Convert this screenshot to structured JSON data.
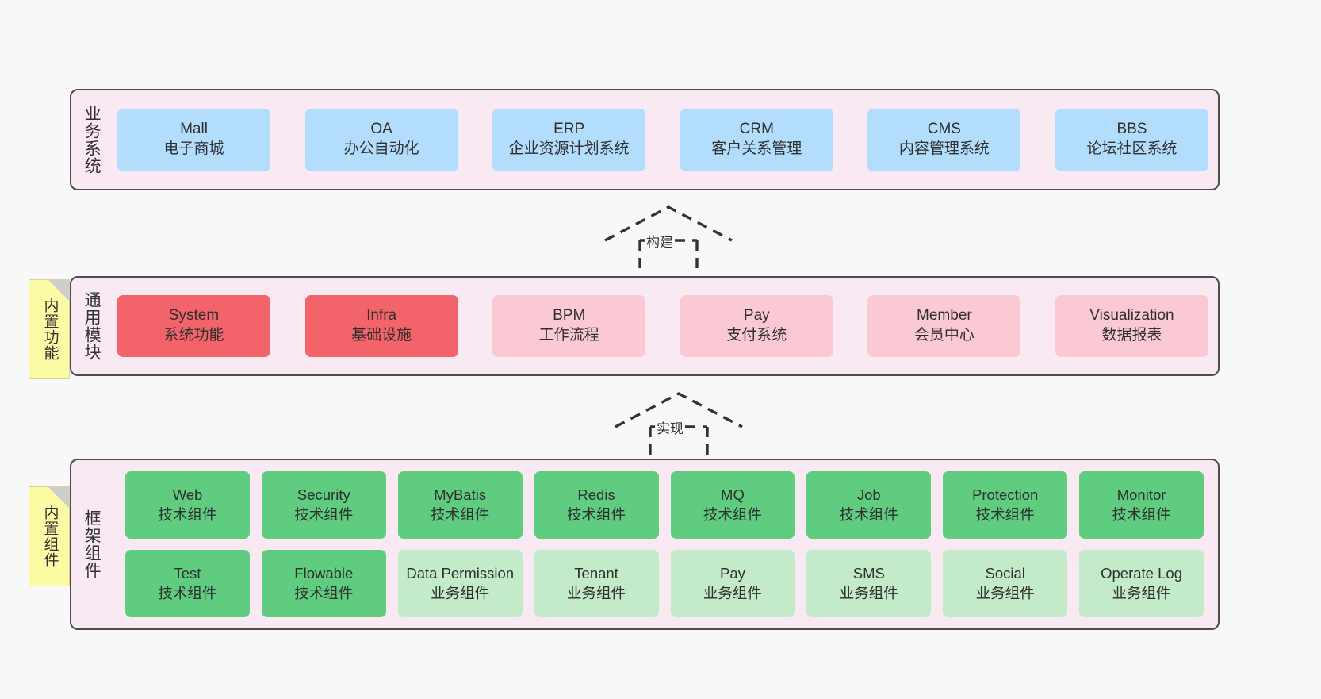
{
  "background": "#f8f8f8",
  "layers": [
    {
      "key": "business",
      "title": "业务系统",
      "cards": [
        {
          "en": "Mall",
          "cn": "电子商城"
        },
        {
          "en": "OA",
          "cn": "办公自动化"
        },
        {
          "en": "ERP",
          "cn": "企业资源计划系统"
        },
        {
          "en": "CRM",
          "cn": "客户关系管理"
        },
        {
          "en": "CMS",
          "cn": "内容管理系统"
        },
        {
          "en": "BBS",
          "cn": "论坛社区系统"
        }
      ]
    },
    {
      "key": "module",
      "title": "通用模块",
      "sticky": "内置功能",
      "cards": [
        {
          "en": "System",
          "cn": "系统功能",
          "emphasis": "strong"
        },
        {
          "en": "Infra",
          "cn": "基础设施",
          "emphasis": "strong"
        },
        {
          "en": "BPM",
          "cn": "工作流程",
          "emphasis": "light"
        },
        {
          "en": "Pay",
          "cn": "支付系统",
          "emphasis": "light"
        },
        {
          "en": "Member",
          "cn": "会员中心",
          "emphasis": "light"
        },
        {
          "en": "Visualization",
          "cn": "数据报表",
          "emphasis": "light"
        }
      ]
    },
    {
      "key": "framework",
      "title": "框架组件",
      "sticky": "内置组件",
      "cards": [
        {
          "en": "Web",
          "cn": "技术组件",
          "kind": "tech"
        },
        {
          "en": "Security",
          "cn": "技术组件",
          "kind": "tech"
        },
        {
          "en": "MyBatis",
          "cn": "技术组件",
          "kind": "tech"
        },
        {
          "en": "Redis",
          "cn": "技术组件",
          "kind": "tech"
        },
        {
          "en": "MQ",
          "cn": "技术组件",
          "kind": "tech"
        },
        {
          "en": "Job",
          "cn": "技术组件",
          "kind": "tech"
        },
        {
          "en": "Protection",
          "cn": "技术组件",
          "kind": "tech"
        },
        {
          "en": "Monitor",
          "cn": "技术组件",
          "kind": "tech"
        },
        {
          "en": "Test",
          "cn": "技术组件",
          "kind": "tech"
        },
        {
          "en": "Flowable",
          "cn": "技术组件",
          "kind": "tech"
        },
        {
          "en": "Data Permission",
          "cn": "业务组件",
          "kind": "biz"
        },
        {
          "en": "Tenant",
          "cn": "业务组件",
          "kind": "biz"
        },
        {
          "en": "Pay",
          "cn": "业务组件",
          "kind": "biz"
        },
        {
          "en": "SMS",
          "cn": "业务组件",
          "kind": "biz"
        },
        {
          "en": "Social",
          "cn": "业务组件",
          "kind": "biz"
        },
        {
          "en": "Operate Log",
          "cn": "业务组件",
          "kind": "biz"
        }
      ]
    }
  ],
  "connectors": [
    {
      "key": "build",
      "label": "构建"
    },
    {
      "key": "impl",
      "label": "实现"
    }
  ],
  "colors": {
    "panel_bg": "#f9e9f3",
    "panel_border": "#4d4d4d",
    "business_card": "#b3ddfd",
    "module_strong": "#f3646a",
    "module_light": "#fbc9d3",
    "framework_tech": "#5fcc7f",
    "framework_biz": "#c3ebc9",
    "sticky": "#fcfaa4"
  }
}
